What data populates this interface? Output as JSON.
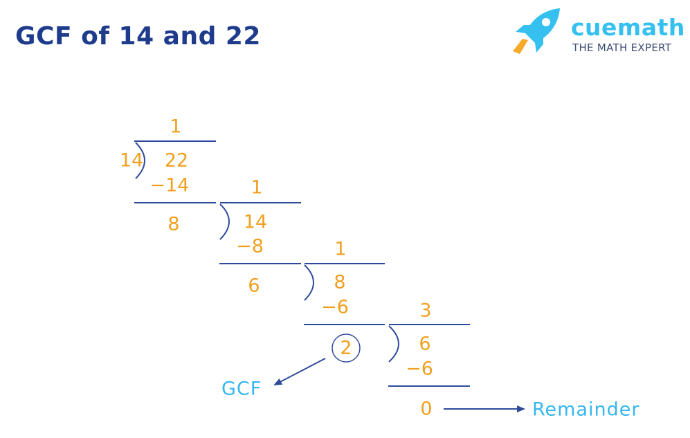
{
  "title": "GCF of 14 and 22",
  "logo": {
    "brand": "cuemath",
    "tagline": "THE MATH EXPERT",
    "icon": "rocket-icon"
  },
  "division": {
    "step1": {
      "quotient": "1",
      "divisor": "14",
      "dividend": "22",
      "subtract": "−14",
      "remainder": "8"
    },
    "step2": {
      "quotient": "1",
      "dividend": "14",
      "subtract": "−8",
      "remainder": "6"
    },
    "step3": {
      "quotient": "1",
      "dividend": "8",
      "subtract": "−6",
      "remainder": "2"
    },
    "step4": {
      "quotient": "3",
      "dividend": "6",
      "subtract": "−6",
      "remainder": "0"
    }
  },
  "labels": {
    "gcf": "GCF",
    "remainder": "Remainder"
  },
  "colors": {
    "title": "#1f3b8c",
    "number": "#f0a020",
    "label": "#36b6ef",
    "line": "#2d4a9a",
    "brand": "#36c0f0"
  }
}
